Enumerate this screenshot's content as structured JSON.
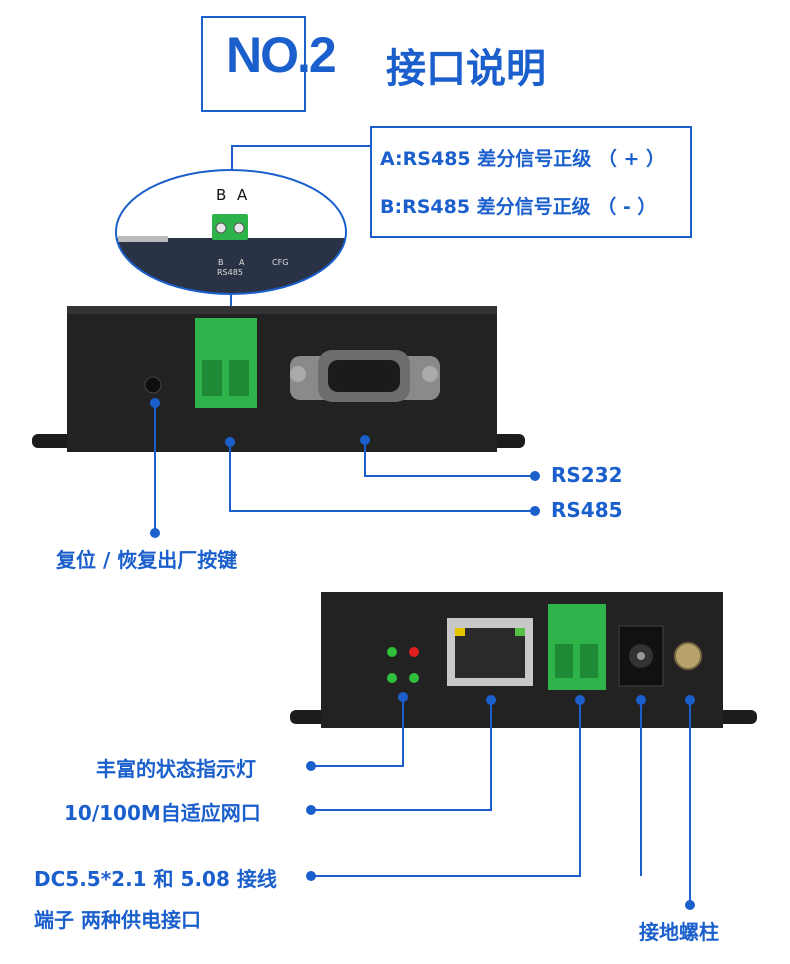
{
  "header": {
    "number_label": "NO.2",
    "title": "接口说明"
  },
  "terminal_info": {
    "line_a": "A:RS485 差分信号正级 （ + ）",
    "line_b": "B:RS485 差分信号正级 （ - ）",
    "zoom_labels": {
      "b": "B",
      "a": "A",
      "silk_b": "B",
      "silk_a": "A",
      "silk_rs485": "RS485",
      "silk_cfg": "CFG"
    }
  },
  "front_panel": {
    "rs232_label": "RS232",
    "rs485_label": "RS485",
    "reset_label": "复位 / 恢复出厂按键"
  },
  "rear_panel": {
    "led_label": "丰富的状态指示灯",
    "ethernet_label": "10/100M自适应网口",
    "power_label_line1": "DC5.5*2.1 和 5.08 接线",
    "power_label_line2": "端子 两种供电接口",
    "ground_label": "接地螺柱"
  },
  "colors": {
    "accent": "#1a5fcc",
    "device_body": "#1c1c1c",
    "terminal_green": "#2db34a"
  }
}
